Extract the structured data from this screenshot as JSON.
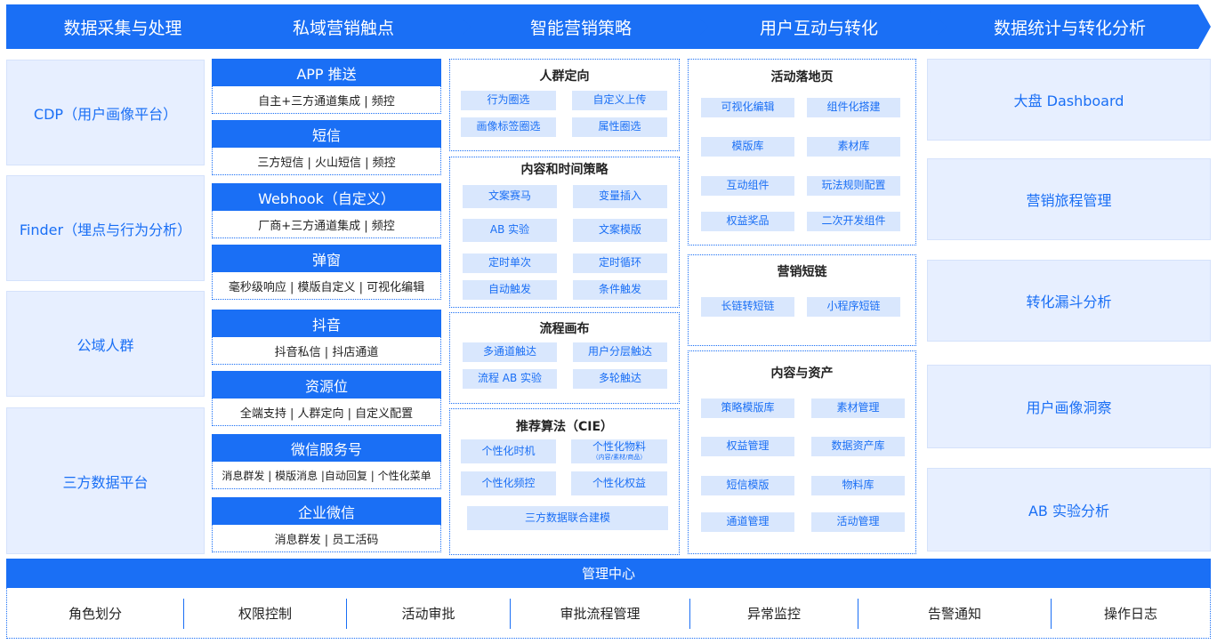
{
  "header": [
    "数据采集与处理",
    "私域营销触点",
    "智能营销策略",
    "用户互动与转化",
    "数据统计与转化分析"
  ],
  "col1": [
    "CDP（用户画像平台）",
    "Finder（埋点与行为分析）",
    "公域人群",
    "三方数据平台"
  ],
  "col2": [
    {
      "title": "APP 推送",
      "desc": "自主+三方通道集成 | 频控"
    },
    {
      "title": "短信",
      "desc": "三方短信 | 火山短信 | 频控"
    },
    {
      "title": "Webhook（自定义）",
      "desc": "厂商+三方通道集成 | 频控"
    },
    {
      "title": "弹窗",
      "desc": "毫秒级响应 | 模版自定义  | 可视化编辑"
    },
    {
      "title": "抖音",
      "desc": "抖音私信 | 抖店通道"
    },
    {
      "title": "资源位",
      "desc": "全端支持 | 人群定向 | 自定义配置"
    },
    {
      "title": "微信服务号",
      "desc": "消息群发 | 模版消息 |自动回复 | 个性化菜单"
    },
    {
      "title": "企业微信",
      "desc": "消息群发 | 员工活码"
    }
  ],
  "col3": {
    "crowd": {
      "title": "人群定向",
      "items": [
        "行为圈选",
        "自定义上传",
        "画像标签圈选",
        "属性圈选"
      ]
    },
    "content_time": {
      "title": "内容和时间策略",
      "items": [
        "文案赛马",
        "变量插入",
        "AB 实验",
        "文案模版",
        "定时单次",
        "定时循环",
        "自动触发",
        "条件触发"
      ]
    },
    "flow": {
      "title": "流程画布",
      "items": [
        "多通道触达",
        "用户分层触达",
        "流程 AB 实验",
        "多轮触达"
      ]
    },
    "reco": {
      "title": "推荐算法（CIE）",
      "items": [
        "个性化时机",
        "个性化物料",
        "个性化频控",
        "个性化权益",
        "三方数据联合建模"
      ],
      "item2_note": "（内容/素材/商品）"
    }
  },
  "col4": {
    "landing": {
      "title": "活动落地页",
      "items": [
        "可视化编辑",
        "组件化搭建",
        "模版库",
        "素材库",
        "互动组件",
        "玩法规则配置",
        "权益奖品",
        "二次开发组件"
      ]
    },
    "shortlink": {
      "title": "营销短链",
      "items": [
        "长链转短链",
        "小程序短链"
      ]
    },
    "assets": {
      "title": "内容与资产",
      "items": [
        "策略模版库",
        "素材管理",
        "权益管理",
        "数据资产库",
        "短信模版",
        "物料库",
        "通道管理",
        "活动管理"
      ]
    }
  },
  "col5": [
    "大盘 Dashboard",
    "营销旅程管理",
    "转化漏斗分析",
    "用户画像洞察",
    "AB 实验分析"
  ],
  "management": {
    "title": "管理中心",
    "items": [
      "角色划分",
      "权限控制",
      "活动审批",
      "审批流程管理",
      "异常监控",
      "告警通知",
      "操作日志"
    ]
  },
  "colors": {
    "primary": "#1a6ff5",
    "light_box": "#e7efff",
    "chip": "#d9e7fd"
  }
}
